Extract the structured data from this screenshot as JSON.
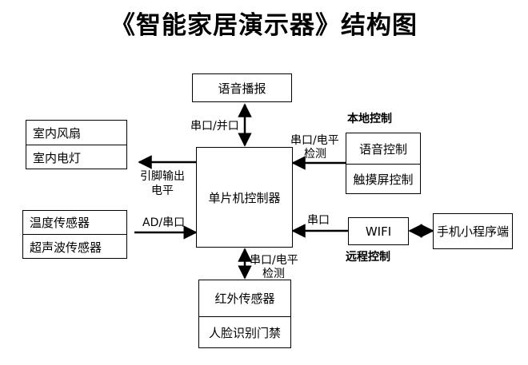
{
  "title": "《智能家居演示器》结构图",
  "boxes": {
    "voice_broadcast": "语音播报",
    "mcu": "单片机控制器",
    "indoor_fan": "室内风扇",
    "indoor_light": "室内电灯",
    "temp_sensor": "温度传感器",
    "ultrasonic_sensor": "超声波传感器",
    "voice_control": "语音控制",
    "touch_control": "触摸屏控制",
    "wifi": "WIFI",
    "mini_program": "手机小程序端",
    "ir_sensor": "红外传感器",
    "face_gate": "人脸识别门禁"
  },
  "labels": {
    "serial_parallel": "串口/并口",
    "serial_level_top_line1": "串口/电平",
    "serial_level_top_line2": "检测",
    "pin_output_line1": "引脚输出",
    "pin_output_line2": "电平",
    "ad_serial": "AD/串口",
    "serial": "串口",
    "serial_level_bottom_line1": "串口/电平",
    "serial_level_bottom_line2": "检测",
    "local_control": "本地控制",
    "remote_control": "远程控制"
  }
}
